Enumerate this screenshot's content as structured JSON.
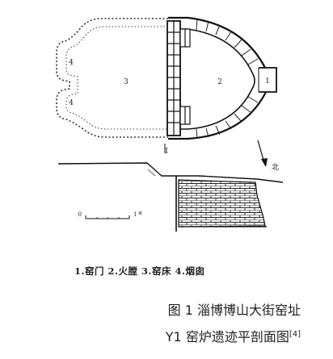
{
  "drawing": {
    "zone_labels": [
      "1",
      "2",
      "3",
      "4",
      "4"
    ],
    "scale_zero": "0",
    "scale_one": "1",
    "scale_unit": "米",
    "section_mark": "I",
    "north_label": "北"
  },
  "legend": "1.窑门  2.火膛  3.窑床  4.烟囱",
  "caption": {
    "line1": "图 1  淄博博山大街窑址",
    "line2": "Y1 窑炉遗迹平剖面图",
    "ref": "[4]"
  }
}
